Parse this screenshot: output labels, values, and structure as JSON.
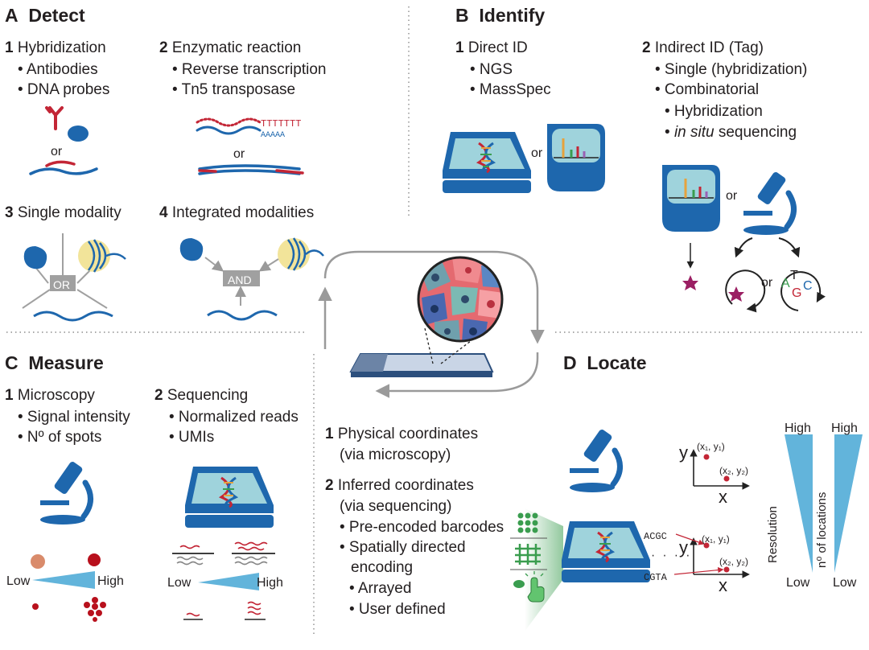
{
  "colors": {
    "blue": "#1e67ad",
    "lightblue": "#62b4db",
    "red": "#c32636",
    "teal_screen": "#9fd3dc",
    "green": "#3a9d4f",
    "yellow": "#f2e49a",
    "gray": "#a0a0a0"
  },
  "detect": {
    "letter": "A",
    "title": "Detect",
    "hyb": {
      "num": "1",
      "title": "Hybridization",
      "items": [
        "• Antibodies",
        "• DNA probes"
      ]
    },
    "enz": {
      "num": "2",
      "title": "Enzymatic reaction",
      "items": [
        "• Reverse transcription",
        "• Tn5 transposase"
      ]
    },
    "or": "or",
    "polyT": "TTTTTTT",
    "polyA": "AAAAA",
    "single": {
      "num": "3",
      "title": "Single modality",
      "gate": "OR"
    },
    "integrated": {
      "num": "4",
      "title": "Integrated modalities",
      "gate": "AND"
    }
  },
  "identify": {
    "letter": "B",
    "title": "Identify",
    "direct": {
      "num": "1",
      "title": "Direct ID",
      "items": [
        "• NGS",
        "• MassSpec"
      ]
    },
    "indirect": {
      "num": "2",
      "title": "Indirect ID (Tag)",
      "items": [
        "• Single (hybridization)",
        "• Combinatorial",
        "• Hybridization"
      ],
      "insitu_bullet": "• ",
      "insitu_italic": "in situ",
      "insitu_rest": " sequencing"
    },
    "or": "or",
    "bases": [
      "A",
      "T",
      "G",
      "C"
    ]
  },
  "measure": {
    "letter": "C",
    "title": "Measure",
    "microscopy": {
      "num": "1",
      "title": "Microscopy",
      "items": [
        "• Signal intensity",
        "• Nº of spots"
      ]
    },
    "sequencing": {
      "num": "2",
      "title": "Sequencing",
      "items": [
        "• Normalized reads",
        "• UMIs"
      ]
    },
    "low": "Low",
    "high": "High"
  },
  "locate": {
    "letter": "D",
    "title": "Locate",
    "physical": {
      "num": "1",
      "line1": "Physical coordinates",
      "line2": "(via microscopy)"
    },
    "inferred": {
      "num": "2",
      "line1": "Inferred coordinates",
      "line2": "(via sequencing)",
      "items": [
        "• Pre-encoded barcodes",
        "• Spatially directed",
        "encoding",
        "• Arrayed",
        "• User defined"
      ]
    },
    "axis_x": "x",
    "axis_y": "y",
    "pt1": "(x₁, y₁)",
    "pt2": "(x₂, y₂)",
    "barcode1": "ACGC",
    "barcode2": "CGTA",
    "dots": "· · · ·",
    "resolution": "Resolution",
    "n_locations": "n⁰ of locations",
    "high": "High",
    "low": "Low"
  }
}
